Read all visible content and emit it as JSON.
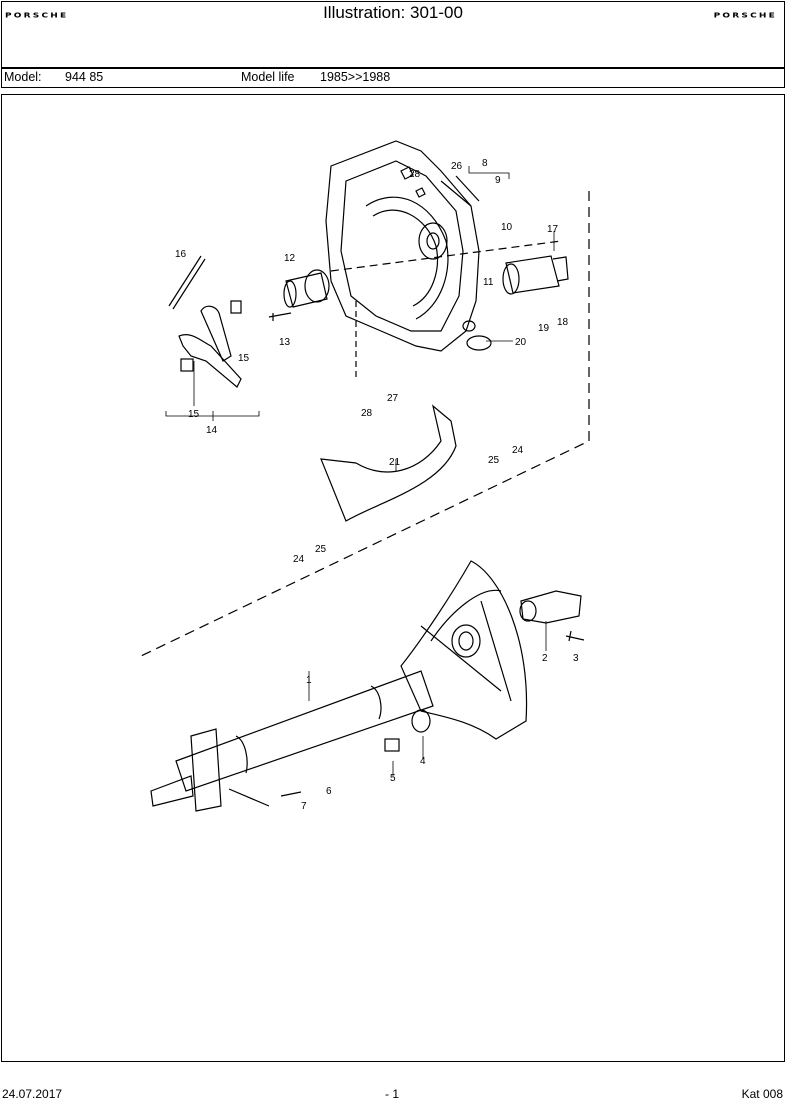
{
  "header": {
    "brand_left": "PORSCHE",
    "brand_right": "PORSCHE",
    "title": "Illustration: 301-00"
  },
  "model_bar": {
    "model_label": "Model:",
    "model_value": "944 85",
    "life_label": "Model life",
    "life_value": "1985>>1988"
  },
  "diagram": {
    "callouts": [
      "1",
      "2",
      "3",
      "4",
      "5",
      "6",
      "7",
      "8",
      "9",
      "10",
      "11",
      "12",
      "13",
      "14",
      "15",
      "15",
      "16",
      "17",
      "18",
      "19",
      "20",
      "21",
      "24",
      "24",
      "25",
      "25",
      "26",
      "27",
      "28",
      "28"
    ]
  },
  "footer": {
    "date": "24.07.2017",
    "page": "- 1",
    "catalog": "Kat 008"
  }
}
